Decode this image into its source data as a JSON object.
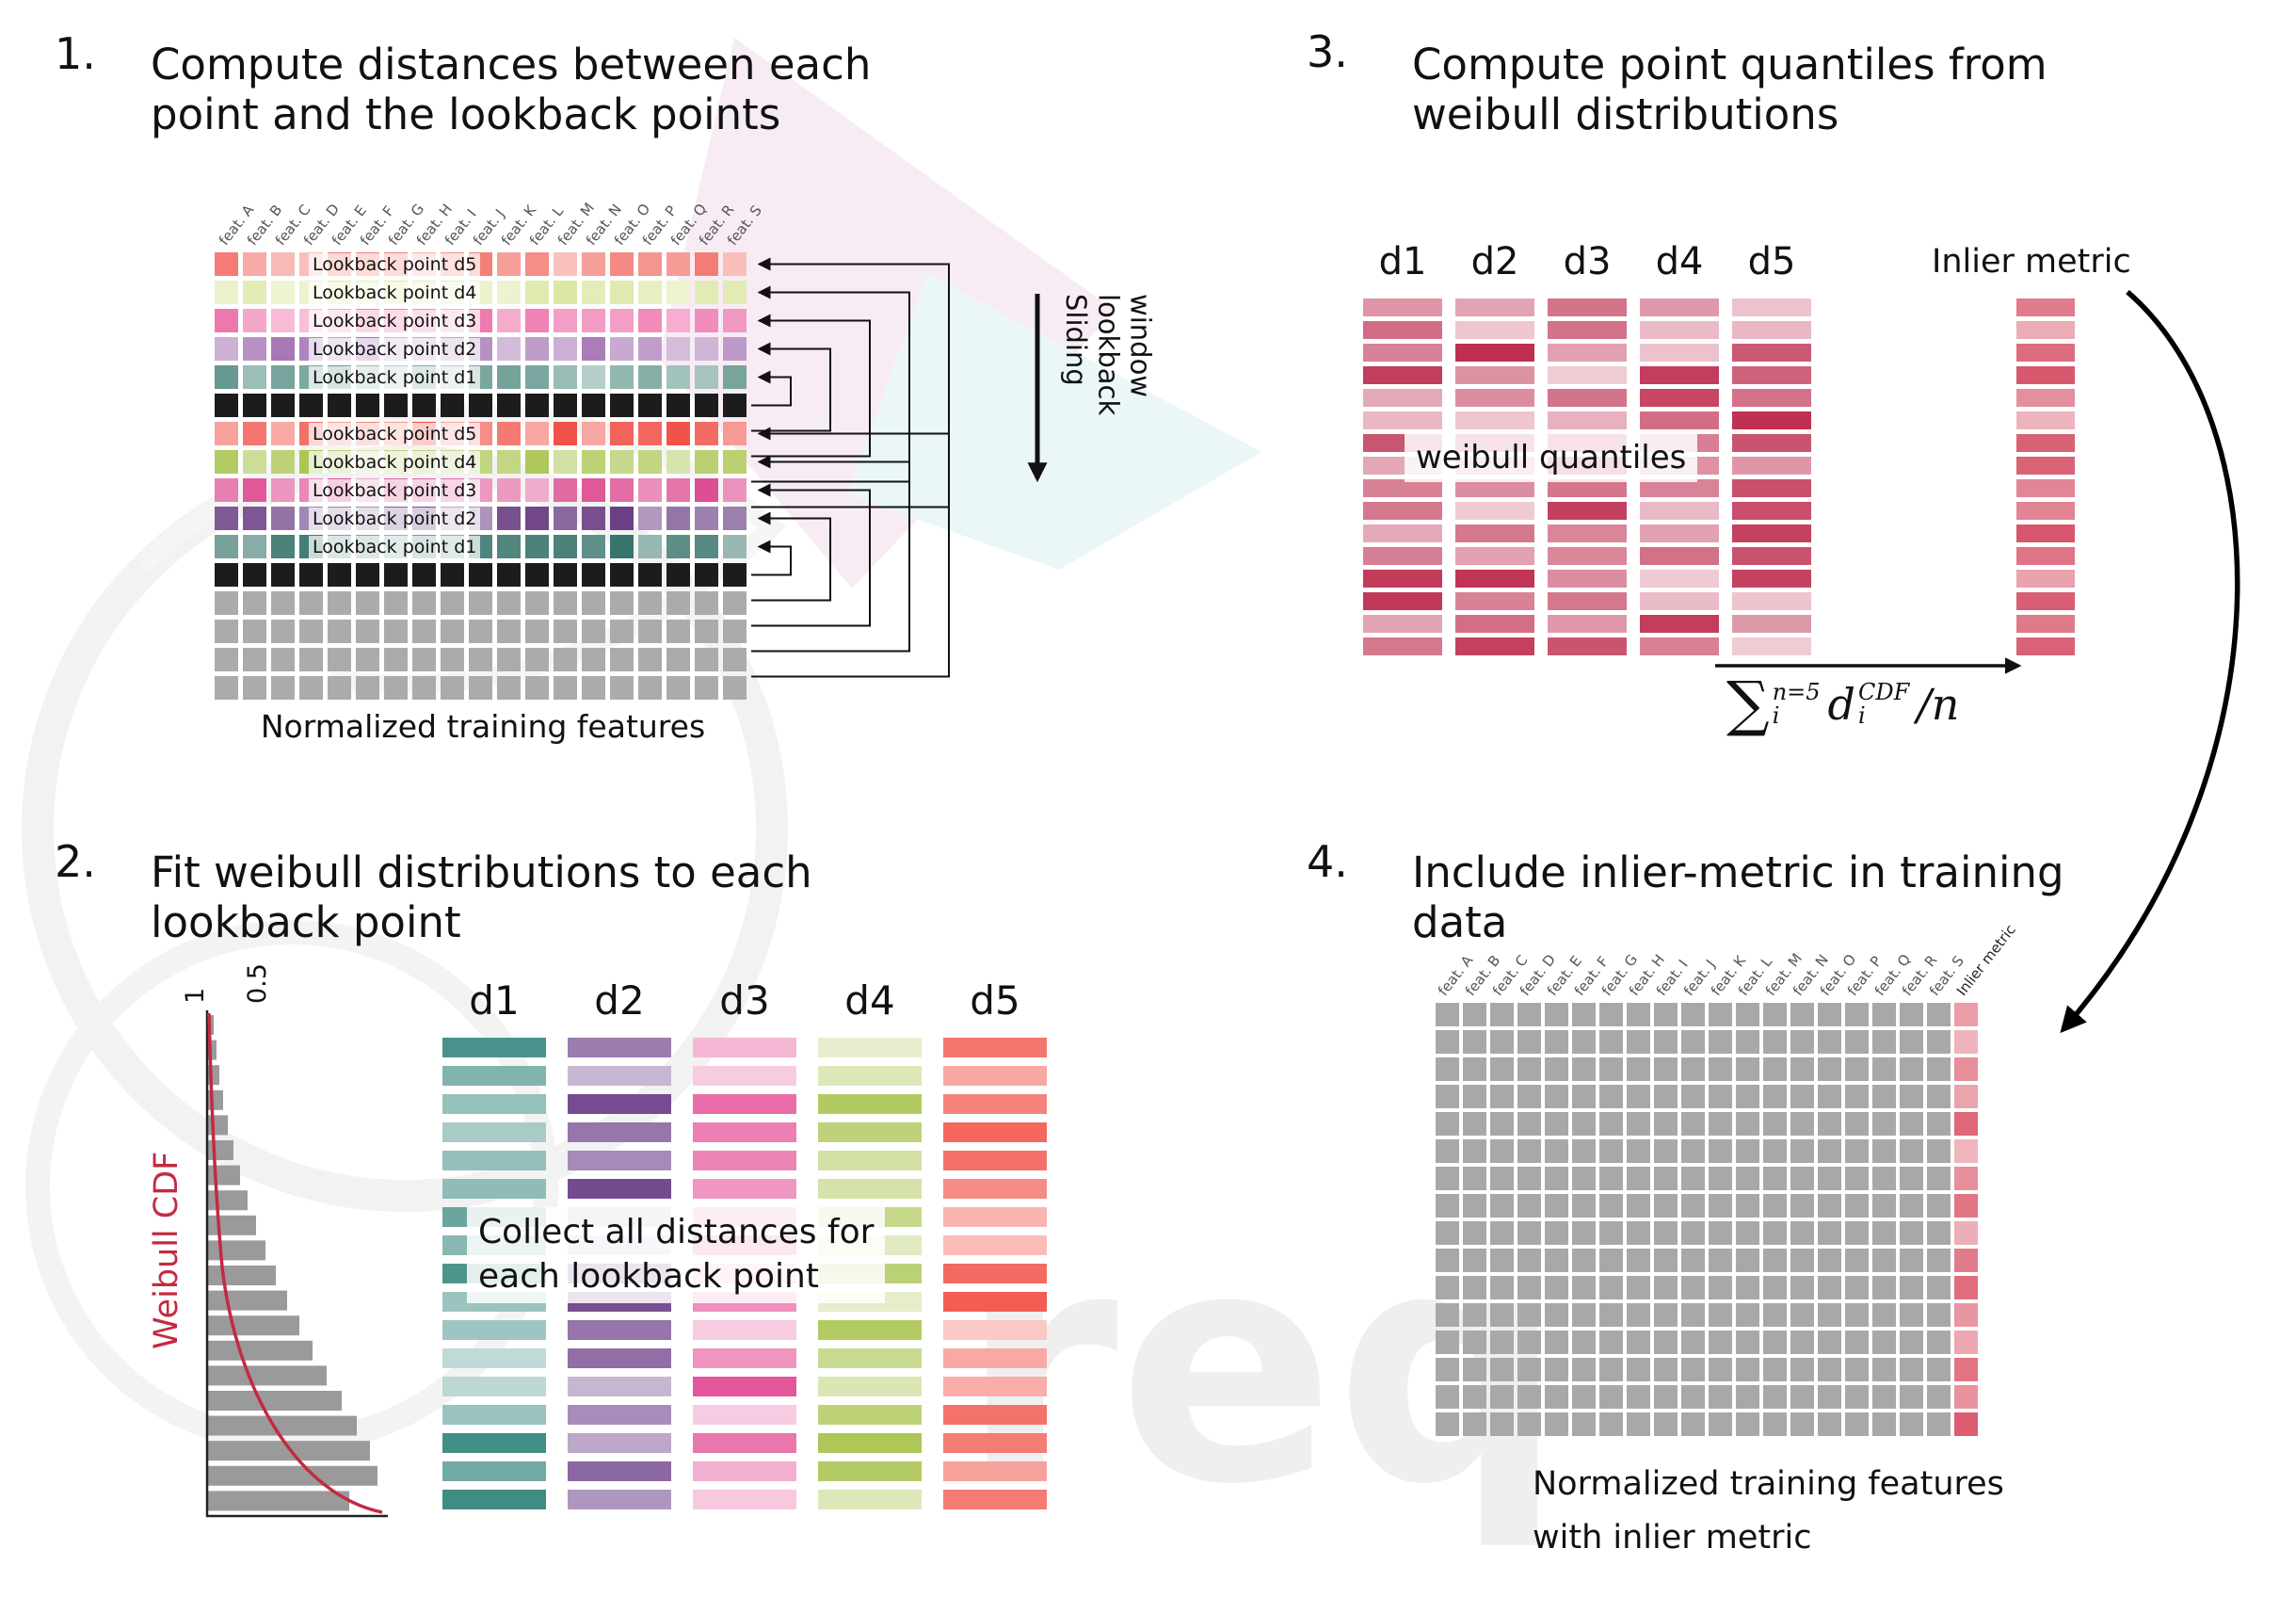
{
  "watermark": {
    "text": "req"
  },
  "panel1": {
    "number": "1.",
    "title_line1": "Compute distances between each",
    "title_line2": "point and the lookback points",
    "caption": "Normalized training features",
    "sliding_lines": [
      "Sliding",
      "lookback",
      "window"
    ],
    "features": [
      "feat. A",
      "feat. B",
      "feat. C",
      "feat. D",
      "feat. E",
      "feat. F",
      "feat. G",
      "feat. H",
      "feat. I",
      "feat. J",
      "feat. K",
      "feat. L",
      "feat. M",
      "feat. N",
      "feat. O",
      "feat. P",
      "feat. Q",
      "feat. R",
      "feat. S"
    ],
    "rows": [
      {
        "label": "Lookback point d5",
        "color": "#F2766E",
        "vary": true
      },
      {
        "label": "Lookback point d4",
        "color": "#D9E59C",
        "vary": true
      },
      {
        "label": "Lookback point d3",
        "color": "#EE76AE",
        "vary": true
      },
      {
        "label": "Lookback point d2",
        "color": "#A06CB0",
        "vary": true
      },
      {
        "label": "Lookback point d1",
        "color": "#63988F",
        "vary": true
      },
      {
        "label": "",
        "color": "#1C1C1C",
        "vary": false
      },
      {
        "label": "Lookback point d5",
        "color": "#F04B41",
        "vary": true
      },
      {
        "label": "Lookback point d4",
        "color": "#A9C44F",
        "vary": true
      },
      {
        "label": "Lookback point d3",
        "color": "#DE4E92",
        "vary": true
      },
      {
        "label": "Lookback point d2",
        "color": "#6B3F85",
        "vary": true
      },
      {
        "label": "Lookback point d1",
        "color": "#2F6F66",
        "vary": true
      },
      {
        "label": "",
        "color": "#1C1C1C",
        "vary": false
      },
      {
        "label": "",
        "color": "#ABABAB",
        "vary": false
      },
      {
        "label": "",
        "color": "#ABABAB",
        "vary": false
      },
      {
        "label": "",
        "color": "#ABABAB",
        "vary": false
      },
      {
        "label": "",
        "color": "#ABABAB",
        "vary": false
      }
    ]
  },
  "panel2": {
    "number": "2.",
    "title_line1": "Fit weibull distributions to each",
    "title_line2": "lookback point",
    "overlay_line1": "Collect all distances for",
    "overlay_line2": "each lookback point",
    "plot": {
      "ylabel": "Weibull CDF",
      "tick_1": "1",
      "tick_05": "0.5",
      "curve_color": "#C32A42",
      "hist": [
        6,
        9,
        12,
        16,
        21,
        27,
        34,
        42,
        51,
        61,
        72,
        84,
        97,
        111,
        126,
        142,
        158,
        172,
        180,
        150
      ]
    },
    "bars_per_column": 17,
    "columns": [
      {
        "label": "d1",
        "color": "#3E8C84"
      },
      {
        "label": "d2",
        "color": "#71468D"
      },
      {
        "label": "d3",
        "color": "#E44D96"
      },
      {
        "label": "d4",
        "color": "#A9C44F"
      },
      {
        "label": "d5",
        "color": "#F0483E"
      }
    ]
  },
  "panel3": {
    "number": "3.",
    "title_line1": "Compute point quantiles from",
    "title_line2": "weibull distributions",
    "overlay": "weibull quantiles",
    "inlier_label": "Inlier metric",
    "bars_per_column": 16,
    "column_color": "#BE2E50",
    "inlier_color": "#D6556A",
    "columns": [
      {
        "label": "d1"
      },
      {
        "label": "d2"
      },
      {
        "label": "d3"
      },
      {
        "label": "d4"
      },
      {
        "label": "d5"
      }
    ],
    "formula": {
      "sum": "∑",
      "sum_sup": "n=5",
      "sum_sub": "i",
      "var": "d",
      "var_sup": "CDF",
      "var_sub": "i",
      "denom": "/n"
    }
  },
  "panel4": {
    "number": "4.",
    "title_line1": "Include inlier-metric in training",
    "title_line2": "data",
    "caption_line1": "Normalized training features",
    "caption_line2": "with inlier metric",
    "inlier_label": "Inlier metric",
    "rows": 16,
    "gray": "#A8A8A8",
    "inlier_color": "#D94F63",
    "features": [
      "feat. A",
      "feat. B",
      "feat. C",
      "feat. D",
      "feat. E",
      "feat. F",
      "feat. G",
      "feat. H",
      "feat. I",
      "feat. J",
      "feat. K",
      "feat. L",
      "feat. M",
      "feat. N",
      "feat. O",
      "feat. P",
      "feat. Q",
      "feat. R",
      "feat. S"
    ]
  }
}
